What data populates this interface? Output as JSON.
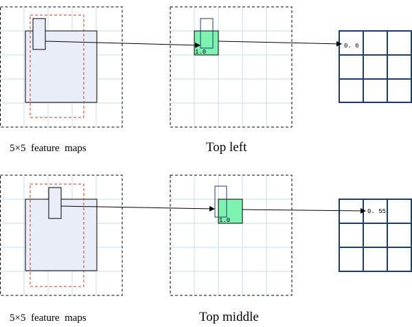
{
  "rows": [
    {
      "feature_caption": "5×5  feature  maps",
      "bin_caption": "Top left",
      "bin_value": "1.0",
      "output_value": "0. 6"
    },
    {
      "feature_caption": "5×5  feature  maps",
      "bin_caption": "Top middle",
      "bin_value": "1.0",
      "output_value": "0. 55"
    }
  ],
  "colors": {
    "grid": "#c8dde6",
    "dashed_border": "#000000",
    "roi_fill": "#e8edf7",
    "red_dash": "#c0392b",
    "bin_fill": "#7ef2b0",
    "output_grid": "#1f3a6b"
  }
}
